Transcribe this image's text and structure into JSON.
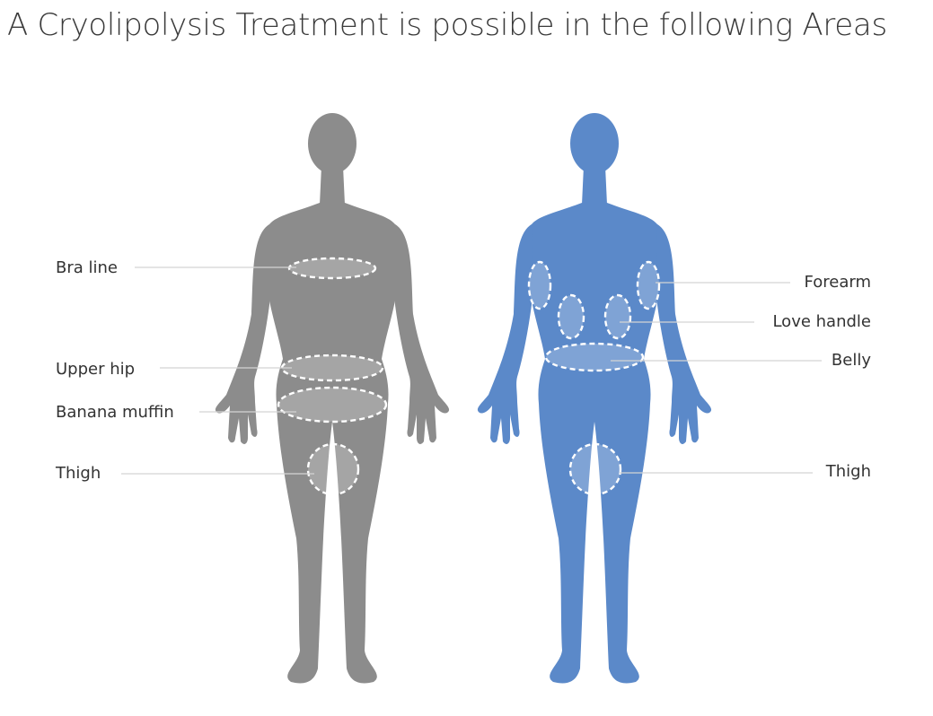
{
  "title": "A Cryolipolysis Treatment is possible in the following Areas",
  "colors": {
    "left_figure": "#8c8c8c",
    "right_figure": "#5b89c9"
  },
  "left_labels": {
    "bra_line": "Bra line",
    "upper_hip": "Upper hip",
    "banana_muffin": "Banana muffin",
    "thigh": "Thigh"
  },
  "right_labels": {
    "forearm": "Forearm",
    "love_handle": "Love handle",
    "belly": "Belly",
    "thigh": "Thigh"
  }
}
